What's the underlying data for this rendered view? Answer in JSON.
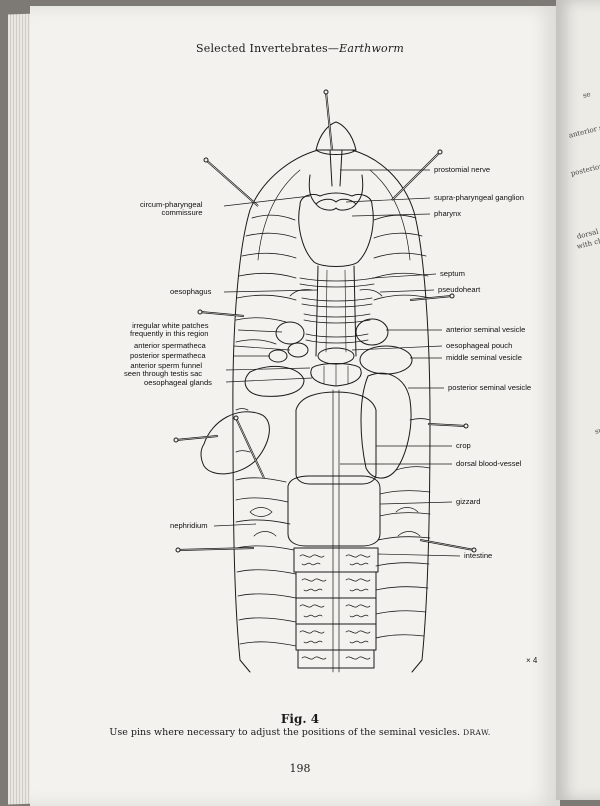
{
  "header": {
    "prefix": "Selected Invertebrates—",
    "subject": "Earthworm"
  },
  "figure": {
    "title": "Fig. 4",
    "caption": "Use pins where necessary to adjust the positions of the seminal vesicles.",
    "instruction": "DRAW.",
    "magnification": "× 4"
  },
  "page_number": "198",
  "labels": {
    "prostomial_nerve": "prostomial nerve",
    "supra_pharyngeal_ganglion": "supra-pharyngeal ganglion",
    "pharynx": "pharynx",
    "circum_pharyngeal_commissure": "circum-pharyngeal\ncommissure",
    "septum": "septum",
    "oesophagus": "oesophagus",
    "pseudoheart": "pseudoheart",
    "irregular_patches": "irregular white patches\nfrequently in this region",
    "anterior_seminal_vesicle": "anterior seminal vesicle",
    "anterior_spermatheca": "anterior spermatheca",
    "oesophageal_pouch": "oesophageal pouch",
    "posterior_spermatheca": "posterior spermatheca",
    "middle_seminal_vesicle": "middle seminal vesicle",
    "anterior_sperm_funnel": "anterior sperm funnel\nseen through testis sac",
    "oesophageal_glands": "oesophageal glands",
    "posterior_seminal_vesicle": "posterior seminal vesicle",
    "crop": "crop",
    "dorsal_blood_vessel": "dorsal blood-vessel",
    "gizzard": "gizzard",
    "nephridium": "nephridium",
    "intestine": "intestine"
  },
  "next_page_fragments": [
    "se",
    "anterior s",
    "posterior",
    "dorsal",
    "with ch",
    "su"
  ],
  "colors": {
    "paper": "#f3f2ee",
    "ink": "#1a1a1a",
    "background": "#7d7a75"
  }
}
